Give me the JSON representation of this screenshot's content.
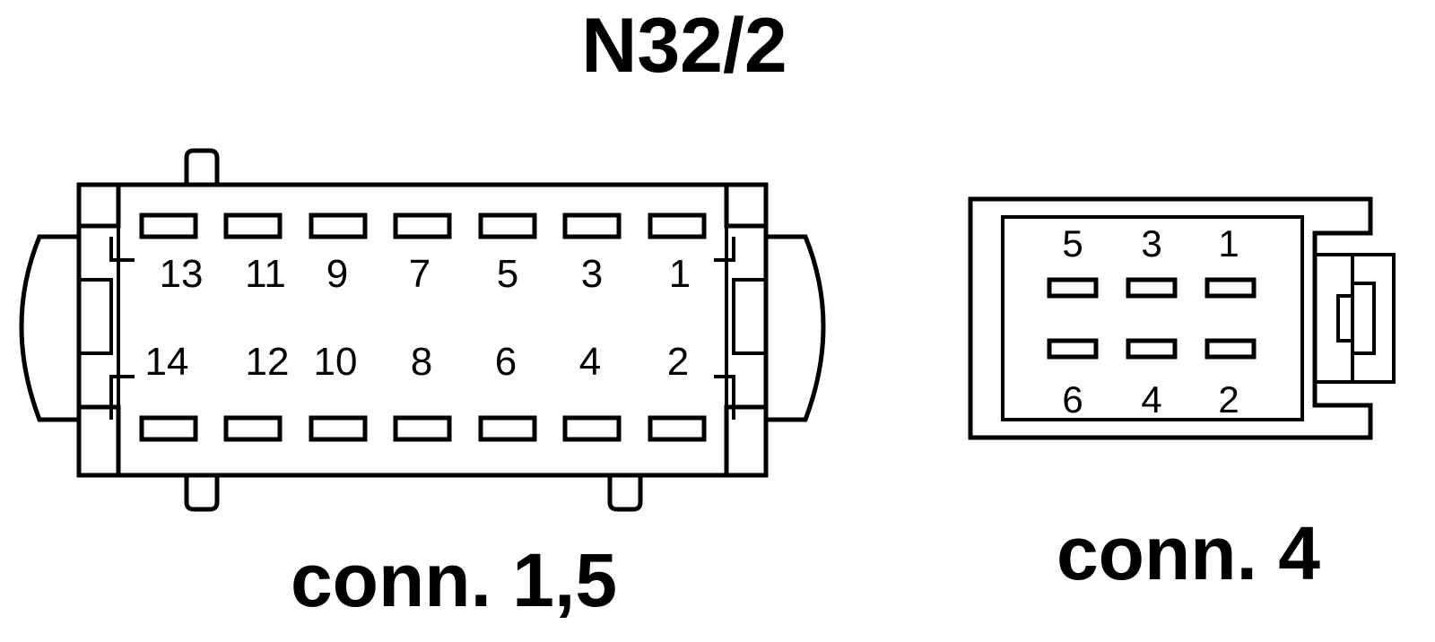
{
  "title": "N32/2",
  "connector_a": {
    "caption": "conn. 1,5",
    "top_row": [
      "13",
      "11",
      "9",
      "7",
      "5",
      "3",
      "1"
    ],
    "bottom_row": [
      "14",
      "12",
      "10",
      "8",
      "6",
      "4",
      "2"
    ]
  },
  "connector_b": {
    "caption": "conn. 4",
    "top_row": [
      "5",
      "3",
      "1"
    ],
    "bottom_row": [
      "6",
      "4",
      "2"
    ]
  }
}
